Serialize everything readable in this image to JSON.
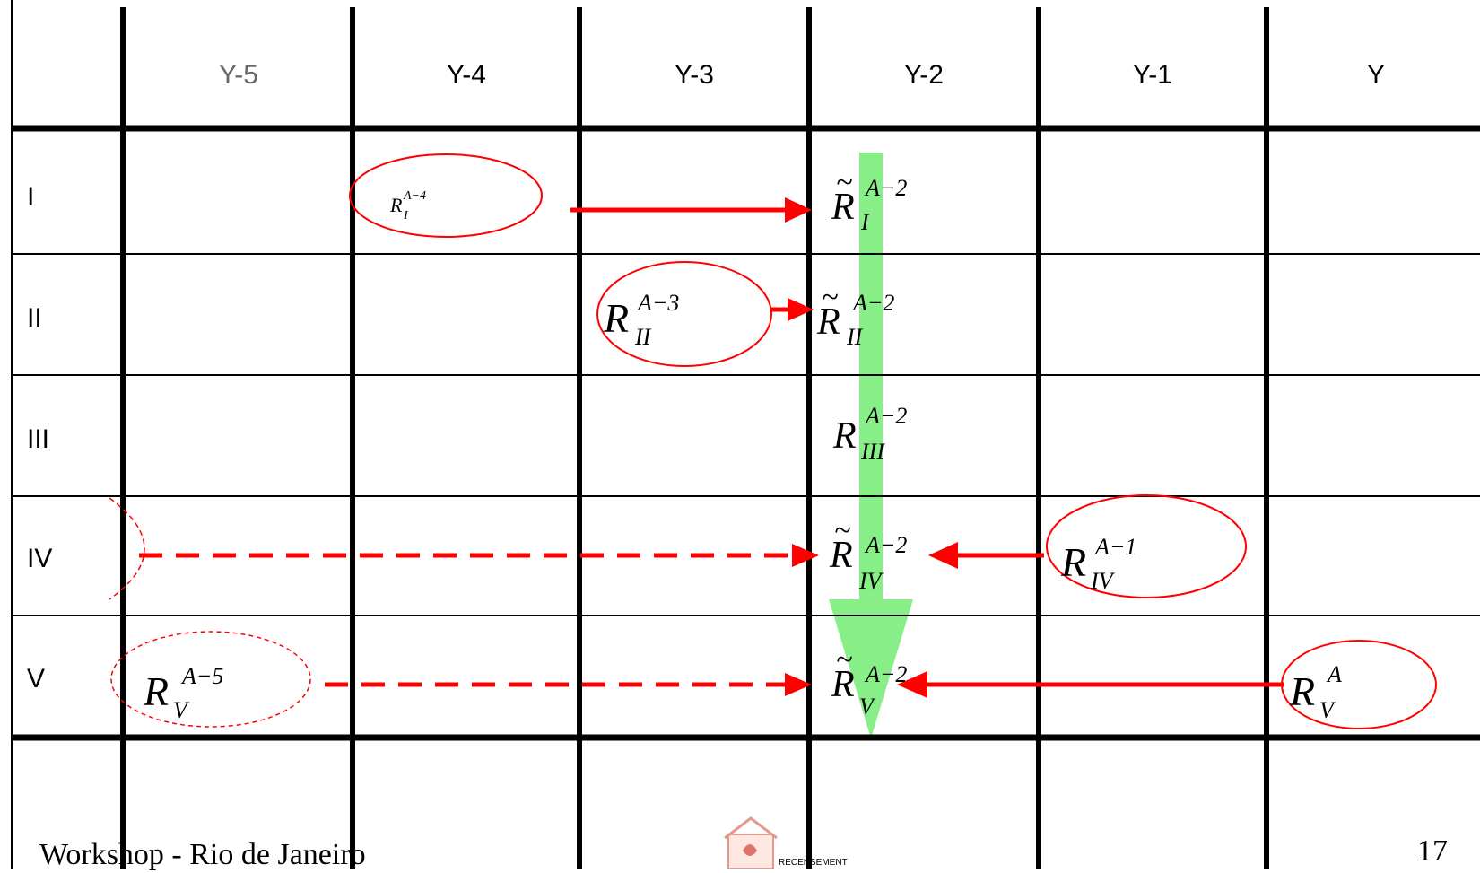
{
  "columns": [
    {
      "label": "Y-5",
      "color": "#666666"
    },
    {
      "label": "Y-4",
      "color": "#000000"
    },
    {
      "label": "Y-3",
      "color": "#000000"
    },
    {
      "label": "Y-2",
      "color": "#000000"
    },
    {
      "label": "Y-1",
      "color": "#000000"
    },
    {
      "label": "Y",
      "color": "#000000"
    }
  ],
  "rows": [
    "I",
    "II",
    "III",
    "IV",
    "V"
  ],
  "cells": {
    "r1_y4": {
      "base": "R",
      "sub": "I",
      "sup": "A−4"
    },
    "r1_y2": {
      "base": "R",
      "tilde": "~",
      "sub": "I",
      "sup": "A−2"
    },
    "r2_y3": {
      "base": "R",
      "sub": "II",
      "sup": "A−3"
    },
    "r2_y2": {
      "base": "R",
      "tilde": "~",
      "sub": "II",
      "sup": "A−2"
    },
    "r3_y2": {
      "base": "R",
      "sub": "III",
      "sup": "A−2"
    },
    "r4_y2": {
      "base": "R",
      "tilde": "~",
      "sub": "IV",
      "sup": "A−2"
    },
    "r4_y1": {
      "base": "R",
      "sub": "IV",
      "sup": "A−1"
    },
    "r5_y5": {
      "base": "R",
      "sub": "V",
      "sup": "A−5"
    },
    "r5_y2": {
      "base": "R",
      "tilde": "~",
      "sub": "V",
      "sup": "A−2"
    },
    "r5_y": {
      "base": "R",
      "sub": "V",
      "sup": "A"
    }
  },
  "colors": {
    "arrow": "#ff0000",
    "green_arrow": "#88ee88",
    "grid": "#000000"
  },
  "footer": {
    "left": "Workshop - Rio de Janeiro",
    "logo_text": "RECENSEMENT",
    "page_number": "17"
  }
}
